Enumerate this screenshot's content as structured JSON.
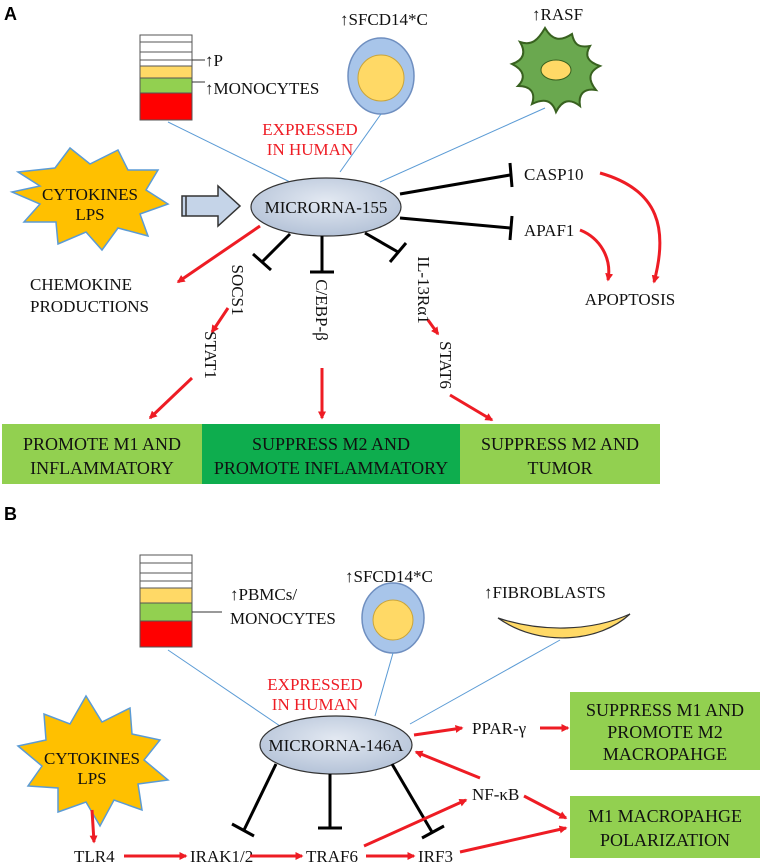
{
  "panel_a": {
    "label": "A",
    "blood_label_p": "↑P",
    "blood_label_monocytes": "↑MONOCYTES",
    "sfcd14_label": "↑SFCD14*C",
    "rasf_label": "↑RASF",
    "expressed_line1": "EXPRESSED",
    "expressed_line2": "IN HUMAN",
    "cytokines_line1": "CYTOKINES",
    "cytokines_line2": "LPS",
    "center": "MICRORNA-155",
    "casp10": "CASP10",
    "apaf1": "APAF1",
    "apoptosis": "APOPTOSIS",
    "chemokine_line1": "CHEMOKINE",
    "chemokine_line2": "PRODUCTIONS",
    "socs1": "SOCS1",
    "stat1": "STAT1",
    "cebp": "C/EBP-β",
    "il13": "IL-13Rα1",
    "stat6": "STAT6",
    "box1_line1": "PROMOTE M1 AND",
    "box1_line2": "INFLAMMATORY",
    "box2_line1": "SUPPRESS M2 AND",
    "box2_line2": "PROMOTE INFLAMMATORY",
    "box3_line1": "SUPPRESS M2 AND",
    "box3_line2": "TUMOR"
  },
  "panel_b": {
    "label": "B",
    "sfcd14_label": "↑SFCD14*C",
    "pbmc_line1": "↑PBMCs/",
    "pbmc_line2": "MONOCYTES",
    "fibroblasts_label": "↑FIBROBLASTS",
    "expressed_line1": "EXPRESSED",
    "expressed_line2": "IN HUMAN",
    "cytokines_line1": "CYTOKINES",
    "cytokines_line2": "LPS",
    "center": "MICRORNA-146A",
    "ppar": "PPAR-γ",
    "nfkb": "NF-κB",
    "tlr4": "TLR4",
    "irak": "IRAK1/2",
    "traf6": "TRAF6",
    "irf3": "IRF3",
    "box1_line1": "SUPPRESS M1 AND",
    "box1_line2": "PROMOTE M2",
    "box1_line3": "MACROPAHGE",
    "box2_line1": "M1 MACROPAHGE",
    "box2_line2": "POLARIZATION"
  },
  "colors": {
    "arrow_red": "#ee1c24",
    "box_light_green": "#92d050",
    "box_dark_green": "#0ead4e",
    "ellipse_fill": "#c9d3e3",
    "star_fill": "#ffc000",
    "rasf_green": "#4e7d2b",
    "cell_blue": "#a8c5ea",
    "cell_yellow": "#ffd966"
  }
}
